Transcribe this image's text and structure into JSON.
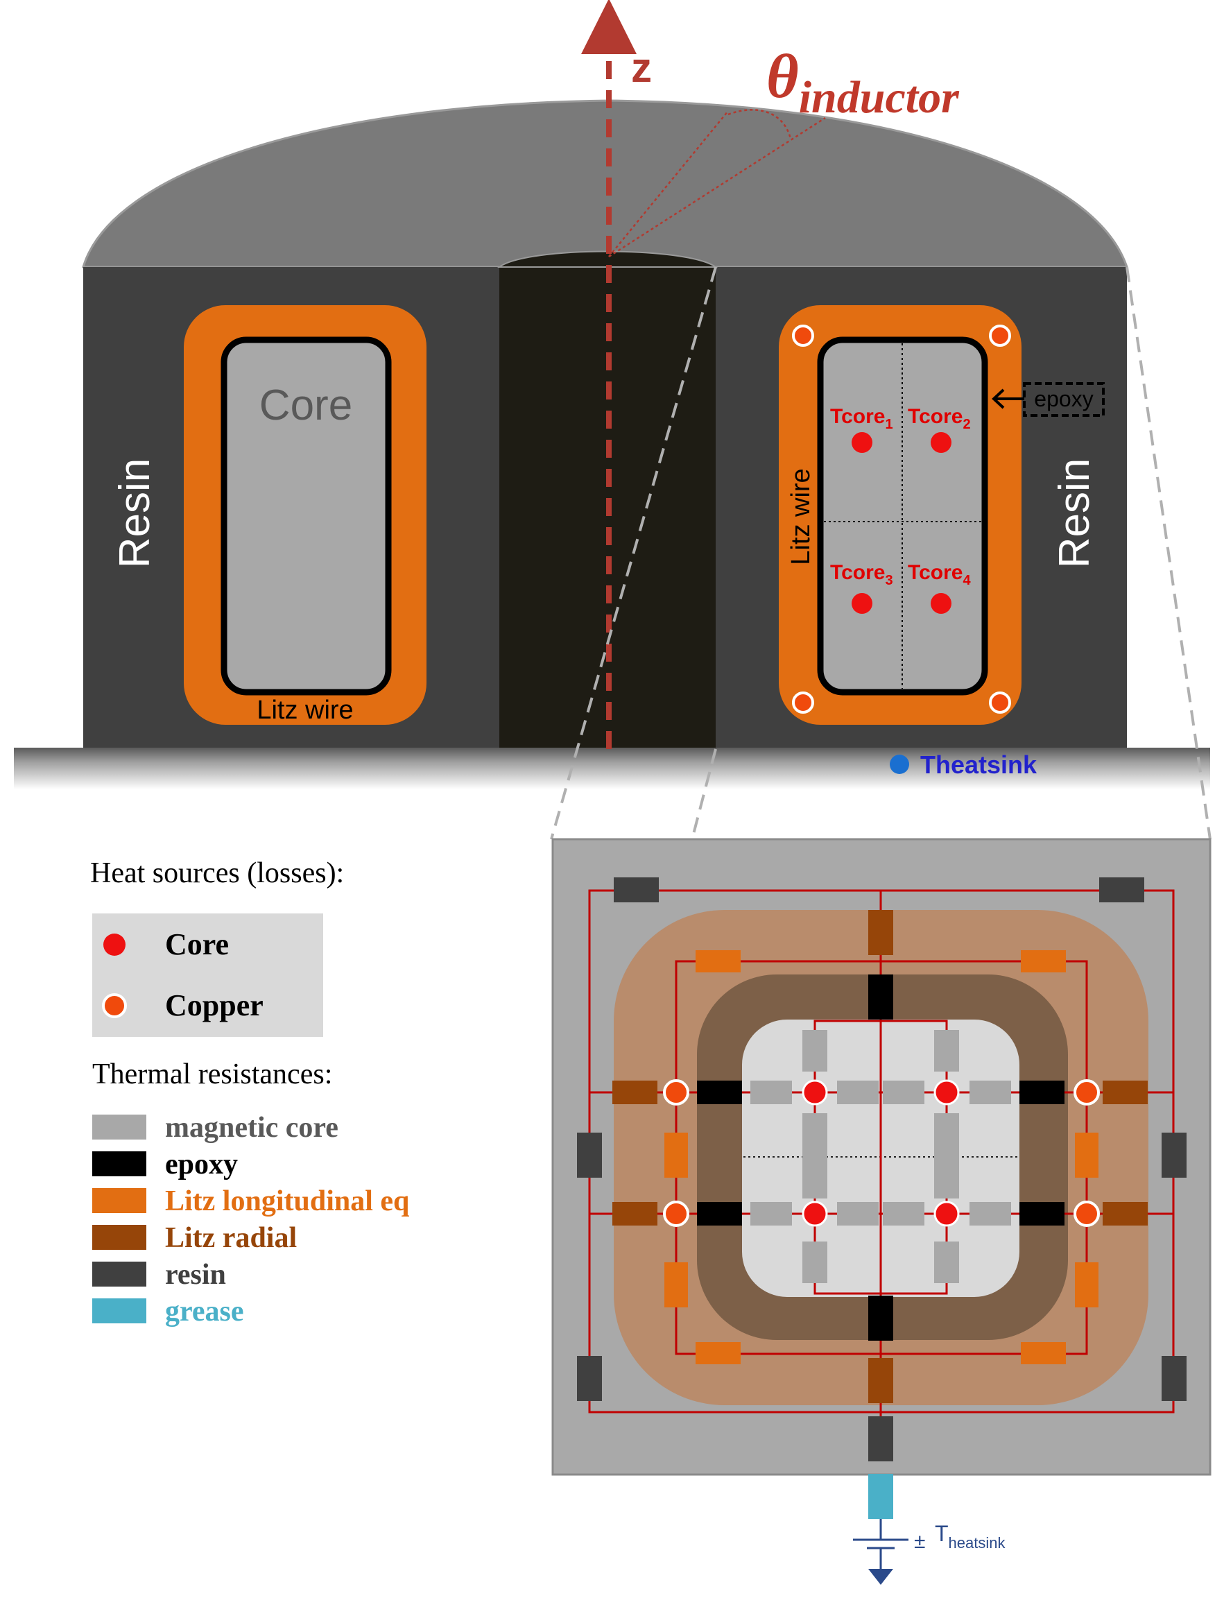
{
  "axis": {
    "label": "z"
  },
  "angle": {
    "symbol": "θ",
    "subscript": "inductor"
  },
  "cross_section": {
    "left_resin": "Resin",
    "right_resin": "Resin",
    "left_core": "Core",
    "left_litz": "Litz wire",
    "right_litz": "Litz wire",
    "epoxy_tag": "epoxy",
    "tcore": [
      {
        "base": "Tcore",
        "sub": "1"
      },
      {
        "base": "Tcore",
        "sub": "2"
      },
      {
        "base": "Tcore",
        "sub": "3"
      },
      {
        "base": "Tcore",
        "sub": "4"
      }
    ],
    "heatsink_label": "Theatsink"
  },
  "legend": {
    "heat_title": "Heat sources (losses):",
    "heat_items": [
      {
        "label": "Core",
        "color": "#ee1111"
      },
      {
        "label": "Copper",
        "color": "#f04a0c"
      }
    ],
    "resist_title": "Thermal resistances:",
    "resist_items": [
      {
        "label": "magnetic core",
        "color": "#a8a8a8",
        "text_color": "#595959"
      },
      {
        "label": "epoxy",
        "color": "#000000",
        "text_color": "#000000"
      },
      {
        "label": "Litz longitudinal eq",
        "color": "#e26e12",
        "text_color": "#e26e12"
      },
      {
        "label": "Litz radial",
        "color": "#964509",
        "text_color": "#964509"
      },
      {
        "label": "resin",
        "color": "#404040",
        "text_color": "#404040"
      },
      {
        "label": "grease",
        "color": "#4ab0c8",
        "text_color": "#4ab0c8"
      }
    ]
  },
  "network": {
    "source_symbol": "±",
    "source_label": "T",
    "source_sub": "heatsink"
  },
  "colors": {
    "resin": "#404040",
    "dome": "#7a7a7a",
    "litz": "#e26e12",
    "core": "#a8a8a8",
    "axis": "#b23a30",
    "wire": "#c00000"
  }
}
